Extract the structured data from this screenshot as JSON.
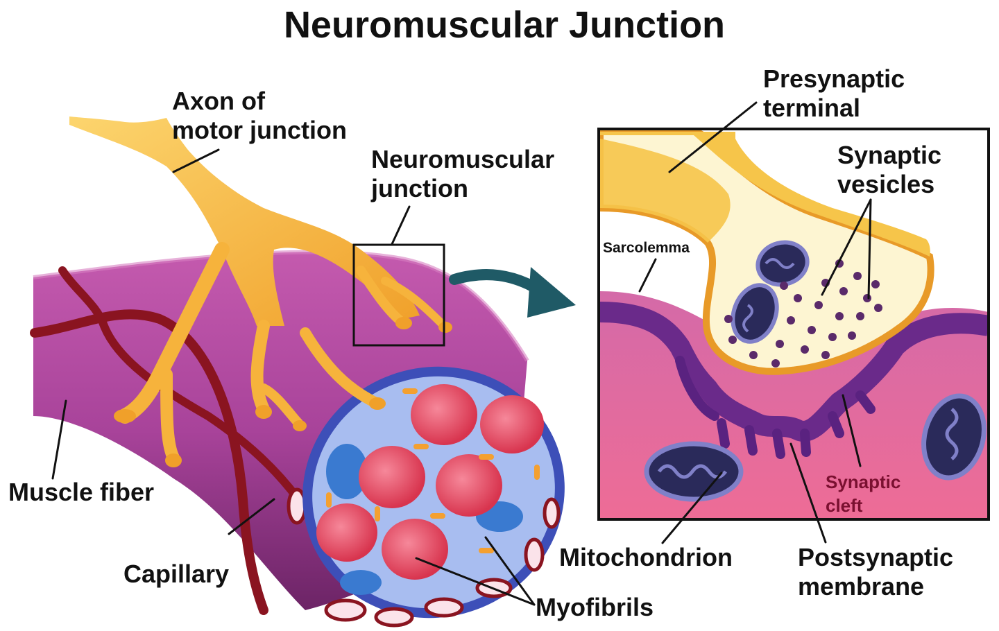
{
  "title": "Neuromuscular Junction",
  "colors": {
    "muscle": "#b04a9a",
    "muscle_dark": "#7c2a72",
    "axon": "#f4b23a",
    "axon_light": "#fbd26a",
    "capillary": "#8a1420",
    "myofibril": "#e8506a",
    "sarcoplasm": "#9db4e8",
    "tissue_pink": "#e8709a",
    "vesicle": "#5a2a6a",
    "terminal_fill": "#fdf5d2",
    "arrow": "#1f5a66"
  },
  "icons": [
    "curved-arrow-icon"
  ],
  "labels": {
    "axon": [
      "Axon of",
      "motor junction"
    ],
    "nmj": [
      "Neuromuscular",
      "junction"
    ],
    "muscle_fiber": "Muscle fiber",
    "capillary": "Capillary",
    "myofibrils": "Myofibrils",
    "presynaptic": [
      "Presynaptic",
      "terminal"
    ],
    "vesicles": [
      "Synaptic",
      "vesicles"
    ],
    "sarcolemma": "Sarcolemma",
    "synaptic_cleft": [
      "Synaptic",
      "cleft"
    ],
    "mitochondrion": "Mitochondrion",
    "postsynaptic": [
      "Postsynaptic",
      "membrane"
    ]
  }
}
